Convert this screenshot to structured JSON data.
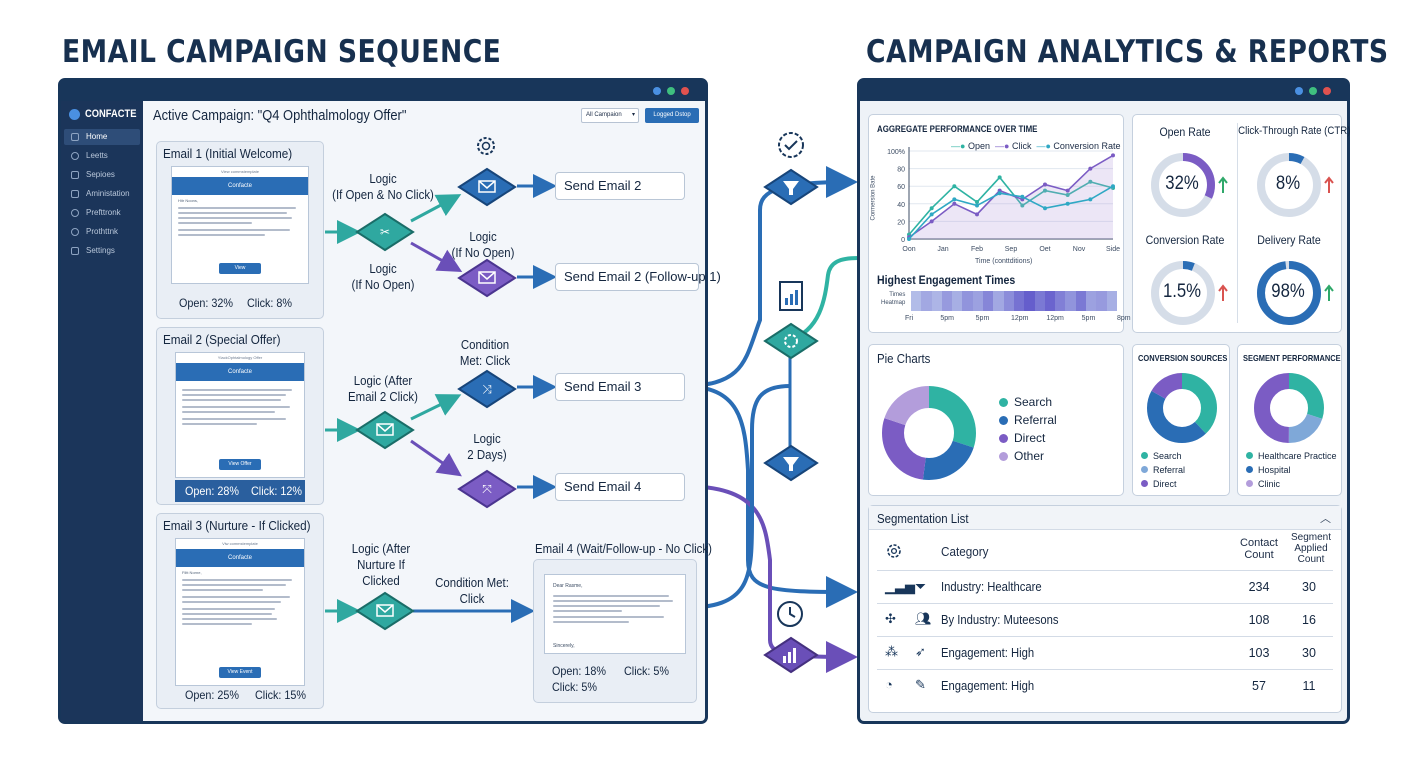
{
  "left_heading": "EMAIL CAMPAIGN SEQUENCE",
  "right_heading": "CAMPAIGN ANALYTICS & REPORTS",
  "colors": {
    "navy": "#18365a",
    "blue": "#2a6db5",
    "teal": "#2fb3a3",
    "purple": "#7b5cc4",
    "lavender": "#b39ddb",
    "green": "#2fa86a",
    "red": "#d9534f"
  },
  "app": {
    "brand": "CONFACTE",
    "campaign_title": "Active Campaign: \"Q4 Ophthalmology Offer\"",
    "filter_select": "All Campaion",
    "logged_button": "Logged Dstop",
    "sidebar": [
      {
        "label": "Home",
        "icon": "home-icon"
      },
      {
        "label": "Leetts",
        "icon": "user-icon"
      },
      {
        "label": "Sepioes",
        "icon": "layers-icon"
      },
      {
        "label": "Aministation",
        "icon": "mail-icon"
      },
      {
        "label": "Prefttronk",
        "icon": "network-icon"
      },
      {
        "label": "Prothttnk",
        "icon": "gear-icon"
      },
      {
        "label": "Settings",
        "icon": "chart-icon"
      }
    ]
  },
  "emails": [
    {
      "title": "Email 1 (Initial Welcome)",
      "header": "View commstemplate",
      "brand": "Confacte",
      "greeting": "Hitr Noons,",
      "button": "View",
      "open": "Open: 32%",
      "click": "Click: 8%"
    },
    {
      "title": "Email 2 (Special Offer)",
      "header": "YlackOphtalmology Offer",
      "brand": "Confacte",
      "greeting": "",
      "button": "View Offer",
      "open": "Open: 28%",
      "click": "Click: 12%"
    },
    {
      "title": "Email 3 (Nurture - If Clicked)",
      "header": "Viw commstemplate",
      "brand": "Confacte",
      "greeting": "Filtt Norne,",
      "button": "View Event",
      "open": "Open: 25%",
      "click": "Click: 15%"
    }
  ],
  "logic": [
    {
      "text": "Logic\n(If Open & No Click)"
    },
    {
      "text": "Logic\n(If No Open)"
    },
    {
      "text": "Logic\n(If No Open)"
    },
    {
      "text": "Logic (After\nEmail 2 Click)"
    },
    {
      "text": "Condition\nMet: Click"
    },
    {
      "text": "Logic\n2 Days)"
    },
    {
      "text": "Logic (After\nNurture  If\nClicked"
    },
    {
      "text": "Condition Met:\nClick"
    }
  ],
  "sends": [
    "Send Email 2",
    "Send Email 2 (Follow-up 1)",
    "Send Email 3",
    "Send Email 4"
  ],
  "email4": {
    "title": "Email 4 (Wait/Follow-up - No Click)",
    "greeting": "Dear Rasme,",
    "signoff": "Sincerely,",
    "open": "Open: 18%",
    "click": "Click: 5%",
    "click2": "Click: 5%"
  },
  "analytics": {
    "perf_title": "AGGREGATE PERFORMANCE OVER TIME",
    "perf_xlabel": "Time (conttditions)",
    "perf_ylabel": "Cormersion Bate",
    "heat_title": "Highest Engagement Times",
    "heat_side": [
      "Times",
      "Heatmap"
    ],
    "heat_ticks": [
      "Fri",
      "5pm",
      "5pm",
      "12pm",
      "12pm",
      "5pm",
      "8pm"
    ],
    "gauges": [
      {
        "label": "Open Rate",
        "value": "32%",
        "frac": 0.32,
        "color": "#7b5cc4",
        "trend": "up",
        "trend_color": "#2fa86a"
      },
      {
        "label": "Click-Through Rate (CTR)",
        "value": "8%",
        "frac": 0.08,
        "color": "#2a6db5",
        "trend": "up",
        "trend_color": "#d9534f"
      },
      {
        "label": "Conversion Rate",
        "value": "1.5%",
        "frac": 0.06,
        "color": "#2a6db5",
        "trend": "up",
        "trend_color": "#d9534f"
      },
      {
        "label": "Delivery Rate",
        "value": "98%",
        "frac": 0.98,
        "color": "#2a6db5",
        "trend": "up",
        "trend_color": "#2fa86a"
      }
    ],
    "pie_title": "Pie Charts",
    "pie_legend": [
      {
        "label": "Search",
        "color": "#2fb3a3"
      },
      {
        "label": "Referral",
        "color": "#2a6db5"
      },
      {
        "label": "Direct",
        "color": "#7b5cc4"
      },
      {
        "label": "Other",
        "color": "#b39ddb"
      }
    ],
    "conv_title": "CONVERSION SOURCES",
    "conv_legend": [
      {
        "label": "Search",
        "color": "#2fb3a3"
      },
      {
        "label": "Referral",
        "color": "#7fa8d8"
      },
      {
        "label": "Direct",
        "color": "#7b5cc4"
      }
    ],
    "seg_title": "SEGMENT PERFORMANCE",
    "seg_legend": [
      {
        "label": "Healthcare Practice",
        "color": "#2fb3a3"
      },
      {
        "label": "Hospital",
        "color": "#2a6db5"
      },
      {
        "label": "Clinic",
        "color": "#b39ddb"
      }
    ],
    "seglist_title": "Segmentation List",
    "seglist_headers": {
      "category": "Category",
      "count": "Contact\nCount",
      "applied": "Segment\nApplied\nCount"
    },
    "seglist_rows": [
      {
        "category": "Industry: Healthcare",
        "count": "234",
        "applied": "30"
      },
      {
        "category": "By Industry: Muteesons",
        "count": "108",
        "applied": "16"
      },
      {
        "category": "Engagement: High",
        "count": "103",
        "applied": "30"
      },
      {
        "category": "Engagement: High",
        "count": "57",
        "applied": "11"
      }
    ]
  },
  "chart_data": [
    {
      "type": "line",
      "title": "AGGREGATE PERFORMANCE OVER TIME",
      "xlabel": "Time (conttditions)",
      "ylabel": "Cormersion Bate",
      "categories": [
        "Oon",
        "Jan",
        "Feb",
        "Sep",
        "Oet",
        "Nov",
        "Side"
      ],
      "yticks": [
        "0",
        "20",
        "40",
        "60",
        "80",
        "100%"
      ],
      "ylim": [
        0,
        100
      ],
      "legend_position": "top-right",
      "series": [
        {
          "name": "Open",
          "color": "#2fb3a3",
          "values": [
            5,
            35,
            60,
            42,
            70,
            38,
            55,
            50,
            65,
            58
          ]
        },
        {
          "name": "Click",
          "color": "#7b5cc4",
          "values": [
            2,
            20,
            40,
            28,
            55,
            45,
            62,
            55,
            80,
            95
          ]
        },
        {
          "name": "Conversion Rate",
          "color": "#2fa8c4",
          "values": [
            0,
            28,
            45,
            38,
            52,
            48,
            35,
            40,
            45,
            60
          ]
        }
      ]
    },
    {
      "type": "heatmap",
      "title": "Highest Engagement Times",
      "values": [
        0.2,
        0.35,
        0.25,
        0.45,
        0.3,
        0.5,
        0.4,
        0.6,
        0.35,
        0.55,
        0.75,
        0.9,
        0.7,
        0.85,
        0.65,
        0.5,
        0.7,
        0.4,
        0.45,
        0.3
      ]
    },
    {
      "type": "pie",
      "title": "Pie Charts",
      "categories": [
        "Search",
        "Referral",
        "Direct",
        "Other"
      ],
      "values": [
        30,
        22,
        28,
        20
      ],
      "colors": [
        "#2fb3a3",
        "#2a6db5",
        "#7b5cc4",
        "#b39ddb"
      ]
    },
    {
      "type": "pie",
      "title": "CONVERSION SOURCES",
      "categories": [
        "Search",
        "Referral",
        "Direct"
      ],
      "values": [
        38,
        45,
        17
      ],
      "colors": [
        "#2fb3a3",
        "#2a6db5",
        "#7b5cc4"
      ]
    },
    {
      "type": "pie",
      "title": "SEGMENT PERFORMANCE",
      "categories": [
        "Healthcare Practice",
        "Hospital",
        "Clinic"
      ],
      "values": [
        30,
        20,
        50
      ],
      "colors": [
        "#2fb3a3",
        "#7fa8d8",
        "#7b5cc4"
      ]
    }
  ]
}
